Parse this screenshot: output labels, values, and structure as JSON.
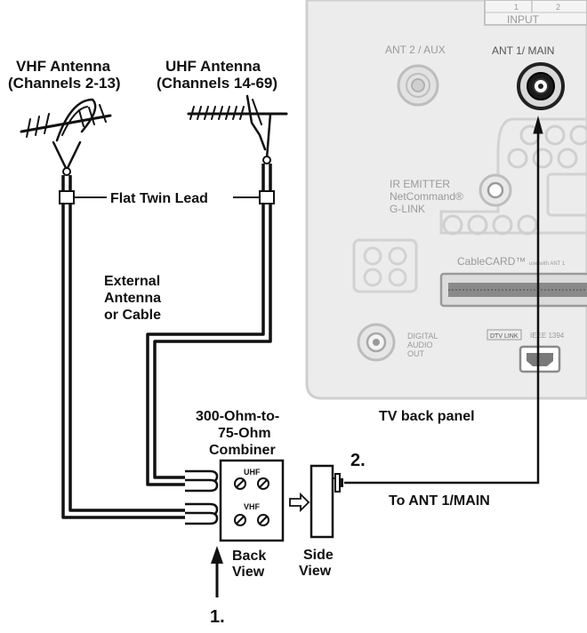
{
  "labels": {
    "vhf_antenna": [
      "VHF Antenna",
      "(Channels 2-13)"
    ],
    "uhf_antenna": [
      "UHF Antenna",
      "(Channels 14-69)"
    ],
    "flat_twin_lead": "Flat Twin Lead",
    "external_antenna": [
      "External",
      "Antenna",
      "or Cable"
    ],
    "combiner": [
      "300-Ohm-to-",
      "75-Ohm",
      "Combiner"
    ],
    "tv_back_panel": "TV back panel",
    "to_ant": "To ANT 1/MAIN",
    "step_1": "1.",
    "step_2": "2.",
    "back_view": [
      "Back",
      "View"
    ],
    "side_view": [
      "Side",
      "View"
    ]
  },
  "panel": {
    "input": "INPUT",
    "input_nums": [
      "1",
      "2"
    ],
    "ant2": "ANT 2 / AUX",
    "ant1": "ANT 1/ MAIN",
    "ir_emitter": [
      "IR EMITTER",
      "NetCommand®",
      "G-LINK"
    ],
    "cablecard": "CableCARD™",
    "cablecard_note": "use with ANT 1",
    "digital_audio": [
      "DIGITAL",
      "AUDIO",
      "OUT"
    ],
    "dtv_link": "DTV LINK",
    "ieee": "IEEE 1394"
  },
  "combiner_face": {
    "uhf": "UHF",
    "vhf": "VHF"
  },
  "colors": {
    "panel_fill": "#ececec",
    "panel_border": "#cfcfcf",
    "line": "#111111"
  }
}
